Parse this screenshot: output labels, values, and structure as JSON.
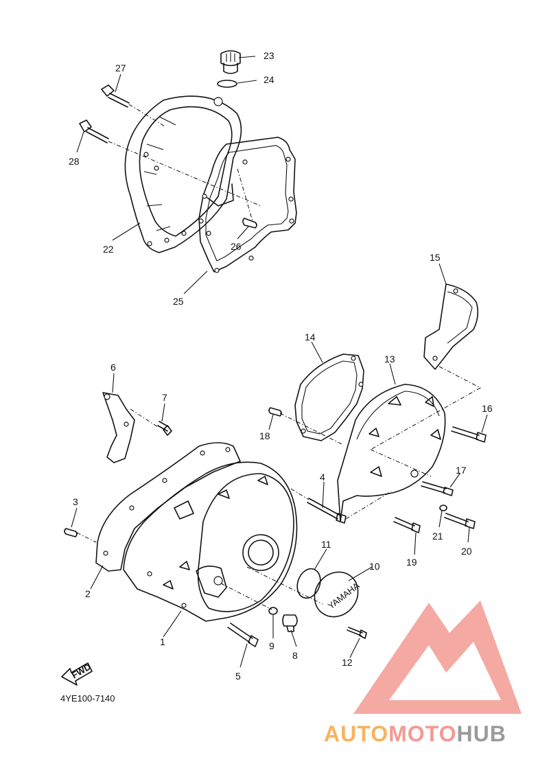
{
  "diagram": {
    "code": "4YE100-7140",
    "fwd_label": "FWD",
    "callouts": [
      "1",
      "2",
      "3",
      "4",
      "5",
      "6",
      "7",
      "8",
      "9",
      "10",
      "11",
      "12",
      "13",
      "14",
      "15",
      "16",
      "17",
      "18",
      "19",
      "20",
      "21",
      "22",
      "23",
      "24",
      "25",
      "26",
      "27",
      "28"
    ]
  },
  "watermark": {
    "part1": "AUTO",
    "part2": "MOTO",
    "part3": "HUB",
    "colors": {
      "orange": "#f6b35e",
      "pink": "#f39a93",
      "gray": "#9a9a9a"
    }
  }
}
